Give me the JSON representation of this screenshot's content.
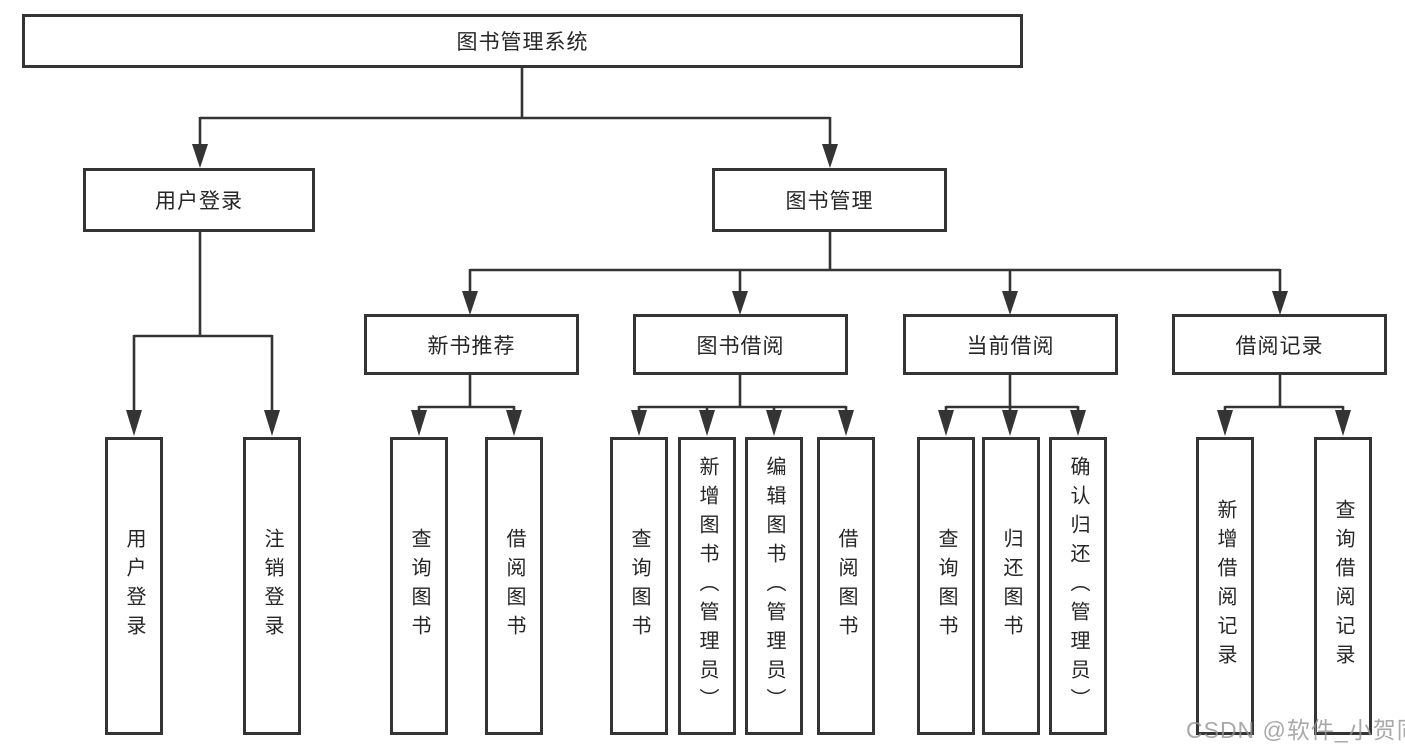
{
  "diagram": {
    "root": {
      "label": "图书管理系统"
    },
    "branches": [
      {
        "label": "用户登录",
        "children": [
          {
            "label": "用户登录"
          },
          {
            "label": "注销登录"
          }
        ]
      },
      {
        "label": "图书管理",
        "children": [
          {
            "label": "新书推荐",
            "children": [
              {
                "label": "查询图书"
              },
              {
                "label": "借阅图书"
              }
            ]
          },
          {
            "label": "图书借阅",
            "children": [
              {
                "label": "查询图书"
              },
              {
                "label": "新增图书（管理员）"
              },
              {
                "label": "编辑图书（管理员）"
              },
              {
                "label": "借阅图书"
              }
            ]
          },
          {
            "label": "当前借阅",
            "children": [
              {
                "label": "查询图书"
              },
              {
                "label": "归还图书"
              },
              {
                "label": "确认归还（管理员）"
              }
            ]
          },
          {
            "label": "借阅记录",
            "children": [
              {
                "label": "新增借阅记录"
              },
              {
                "label": "查询借阅记录"
              }
            ]
          }
        ]
      }
    ]
  },
  "watermark": {
    "text": "CSDN @软件_小贺同学"
  },
  "colors": {
    "line": "#343434",
    "border": "#343434",
    "text": "#262626",
    "background": "#ffffff",
    "watermark": "#949494"
  }
}
